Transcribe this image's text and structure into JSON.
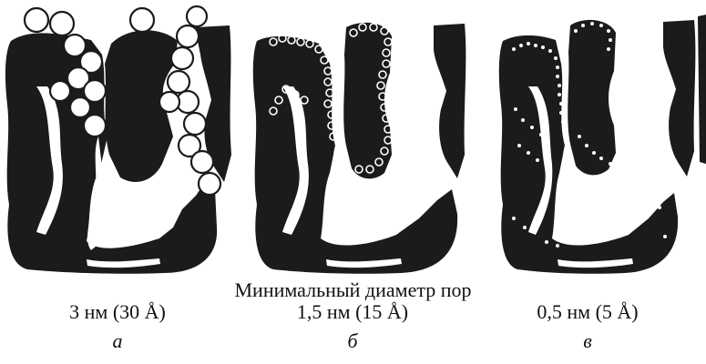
{
  "figure": {
    "caption": "Минимальный диаметр пор",
    "panels": [
      {
        "size_label": "3 нм (30 Å)",
        "letter": "а",
        "molecule": "large-sphere"
      },
      {
        "size_label": "1,5 нм (15 Å)",
        "letter": "б",
        "molecule": "medium-sphere"
      },
      {
        "size_label": "0,5 нм (5 Å)",
        "letter": "в",
        "molecule": "small-sphere"
      }
    ],
    "colors": {
      "solid": "#1b1b1b",
      "background": "#ffffff"
    }
  }
}
